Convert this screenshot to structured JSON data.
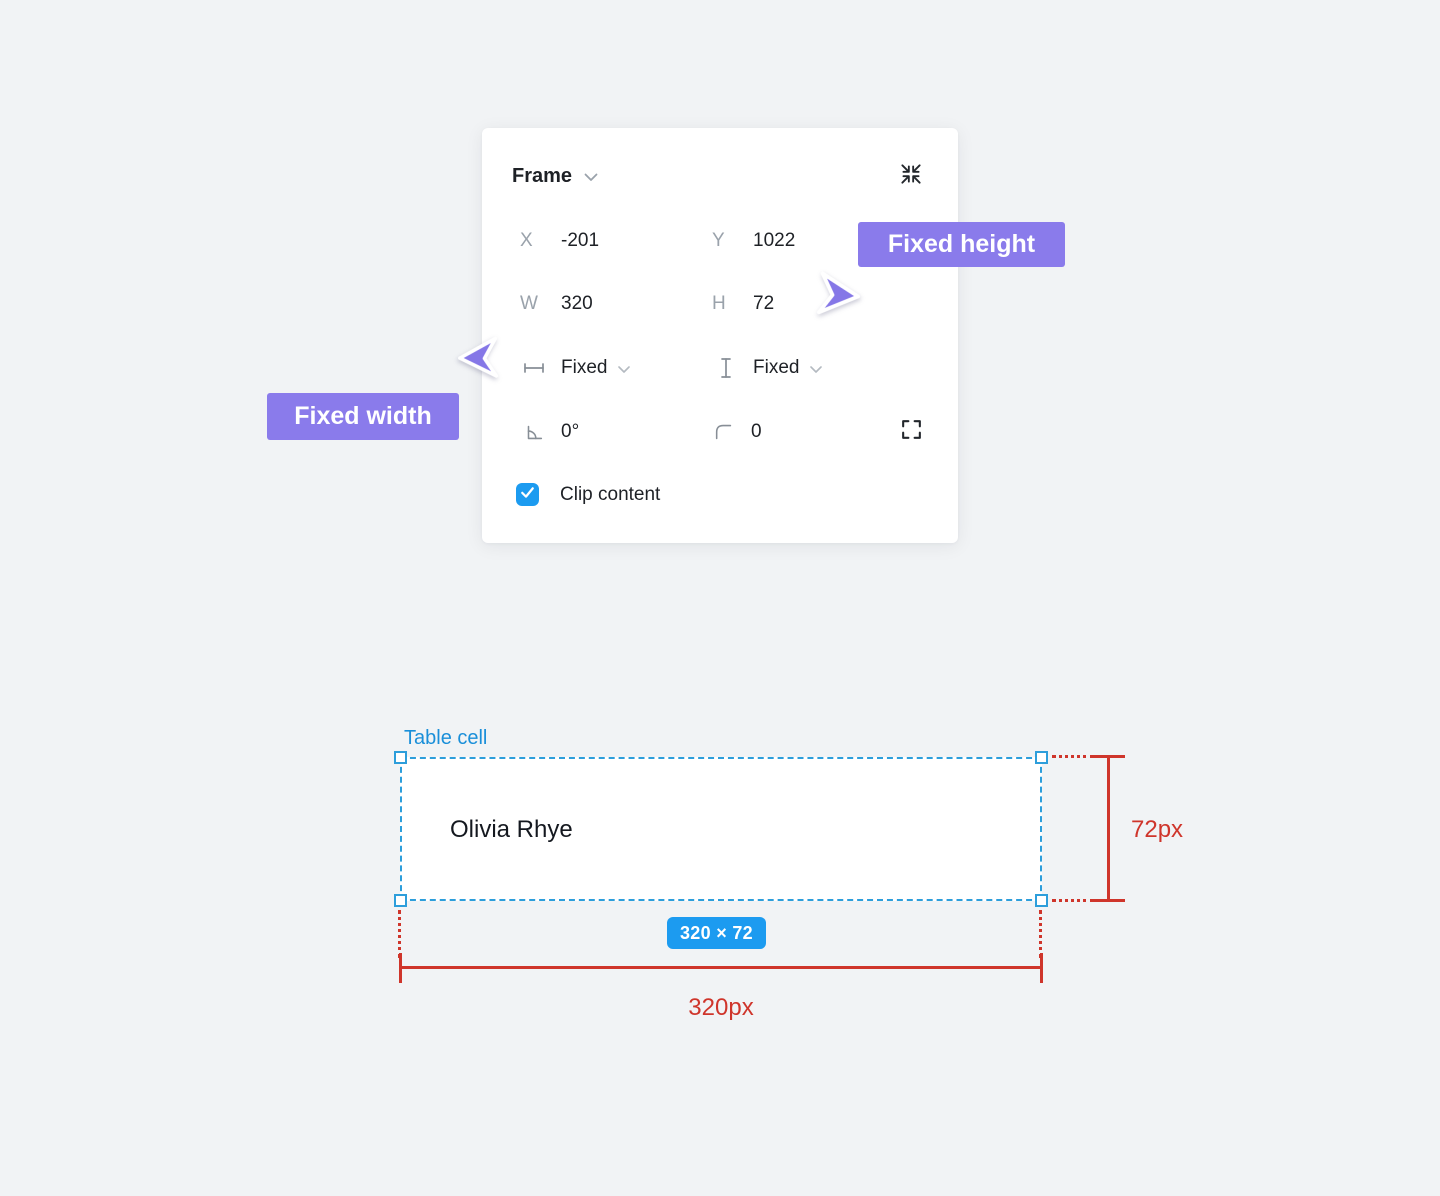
{
  "panel": {
    "title": "Frame",
    "x_label": "X",
    "x_value": "-201",
    "y_label": "Y",
    "y_value": "1022",
    "w_label": "W",
    "w_value": "320",
    "h_label": "H",
    "h_value": "72",
    "horizontal_sizing_value": "Fixed",
    "vertical_sizing_value": "Fixed",
    "rotation_value": "0°",
    "corner_radius_value": "0",
    "clip_content_label": "Clip content"
  },
  "callouts": {
    "fixed_width": "Fixed width",
    "fixed_height": "Fixed height"
  },
  "canvas": {
    "layer_label": "Table cell",
    "cell_text": "Olivia Rhye",
    "size_badge": "320 × 72",
    "height_label": "72px",
    "width_label": "320px"
  },
  "icons": {
    "frame_dropdown": "chevron-down",
    "collapse": "arrows-pointing-inward",
    "horizontal_sizing": "horizontal-double-ended-bar",
    "vertical_sizing": "i-beam",
    "rotation": "angle",
    "corner_radius": "rounded-corner",
    "independent_corners": "corner-brackets",
    "clip_checkbox": "checkmark",
    "cursor": "arrow-pointer"
  },
  "colors": {
    "accent_purple": "#8A7BEB",
    "cursor_purple": "#8577E7",
    "figma_blue": "#1C9BF0",
    "selection_blue": "#2D9EDB",
    "label_blue": "#1A8FD9",
    "measure_red": "#CF352B"
  }
}
